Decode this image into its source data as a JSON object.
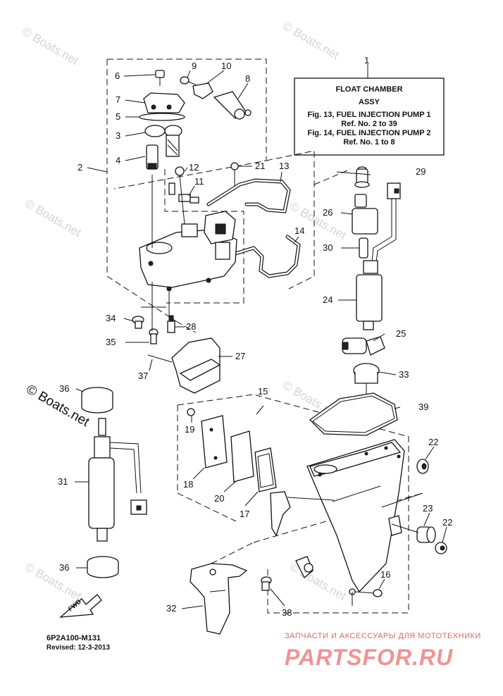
{
  "watermark": "© Boats.net",
  "watermark_large": "© Boats.net",
  "ref_box": {
    "title_line1": "FLOAT CHAMBER",
    "title_line2": "ASSY",
    "ref_line1": "Fig. 13, FUEL INJECTION PUMP 1",
    "ref_line2": "Ref. No. 2 to 39",
    "ref_line3": "Fig. 14, FUEL INJECTION PUMP 2",
    "ref_line4": "Ref. No. 1 to 8"
  },
  "callouts": {
    "c1": "1",
    "c2": "2",
    "c3": "3",
    "c4": "4",
    "c5": "5",
    "c6": "6",
    "c7": "7",
    "c8": "8",
    "c9": "9",
    "c10": "10",
    "c11": "11",
    "c12": "12",
    "c13": "13",
    "c14": "14",
    "c15": "15",
    "c16": "16",
    "c17": "17",
    "c18": "18",
    "c19": "19",
    "c20": "20",
    "c21": "21",
    "c22a": "22",
    "c22b": "22",
    "c23": "23",
    "c24": "24",
    "c25": "25",
    "c26": "26",
    "c27": "27",
    "c28": "28",
    "c29": "29",
    "c30": "30",
    "c31": "31",
    "c32": "32",
    "c33": "33",
    "c34": "34",
    "c35": "35",
    "c36a": "36",
    "c36b": "36",
    "c37": "37",
    "c38": "38",
    "c39": "39"
  },
  "fwd_label": "FWD",
  "diagram_code": "6P2A100-M131",
  "revised": "Revised: 12-3-2013",
  "promo_text": "ЗАПЧАСТИ И АКСЕССУАРЫ ДЛЯ МОТОТЕХНИКИ",
  "promo_logo": "PARTSFOR.RU"
}
